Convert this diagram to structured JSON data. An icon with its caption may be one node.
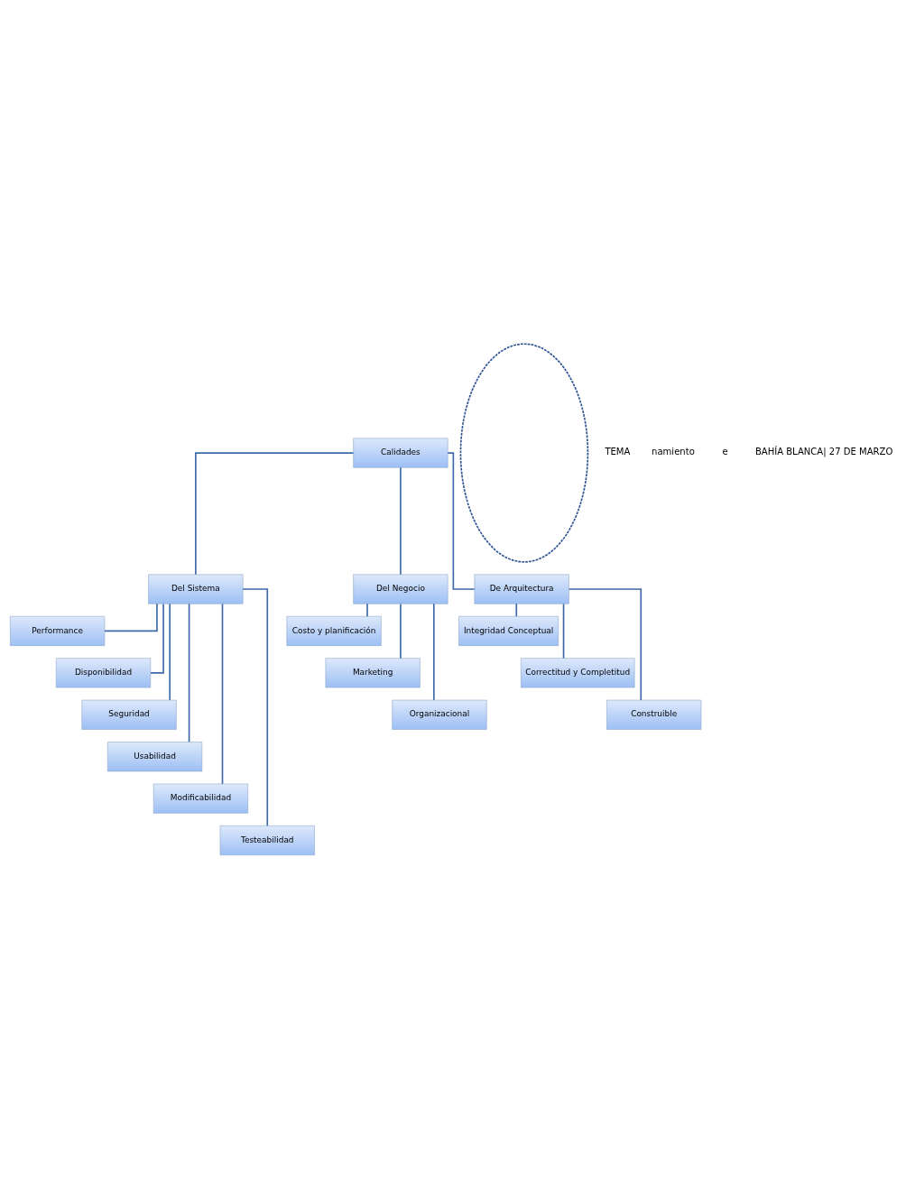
{
  "diagram": {
    "nodes": [
      {
        "text": [
          "Calidades"
        ]
      },
      {
        "text": [
          "Del Sistema"
        ]
      },
      {
        "text": [
          "Del Negocio"
        ]
      },
      {
        "text": [
          "De Arquitectura"
        ]
      },
      {
        "text": [
          "Performance"
        ]
      },
      {
        "text": [
          "Disponibilidad"
        ]
      },
      {
        "text": [
          "Seguridad"
        ]
      },
      {
        "text": [
          "Usabilidad"
        ]
      },
      {
        "text": [
          "Modificabilidad"
        ]
      },
      {
        "text": [
          "Testeabilidad"
        ]
      },
      {
        "text": [
          "Costo y planificación"
        ]
      },
      {
        "text": [
          "Marketing"
        ]
      },
      {
        "text": [
          "Organizacional"
        ]
      },
      {
        "text": [
          "Integridad Conceptual"
        ]
      },
      {
        "text": [
          "Correctitud y Completitud"
        ]
      },
      {
        "text": [
          "Construible"
        ]
      },
      {
        "text": [],
        "shape": "ellipse"
      }
    ],
    "edges": [
      {
        "from": 0,
        "to": 1,
        "arrow": "none"
      },
      {
        "from": 0,
        "to": 2,
        "arrow": "none"
      },
      {
        "from": 0,
        "to": 3,
        "arrow": "none"
      },
      {
        "from": 1,
        "to": 4,
        "arrow": "none"
      },
      {
        "from": 1,
        "to": 5,
        "arrow": "none"
      },
      {
        "from": 1,
        "to": 6,
        "arrow": "none"
      },
      {
        "from": 1,
        "to": 7,
        "arrow": "none"
      },
      {
        "from": 1,
        "to": 8,
        "arrow": "none"
      },
      {
        "from": 1,
        "to": 9,
        "arrow": "none"
      },
      {
        "from": 2,
        "to": 10,
        "arrow": "none"
      },
      {
        "from": 2,
        "to": 11,
        "arrow": "none"
      },
      {
        "from": 2,
        "to": 12,
        "arrow": "none"
      },
      {
        "from": 3,
        "to": 13,
        "arrow": "none"
      },
      {
        "from": 3,
        "to": 14,
        "arrow": "none"
      },
      {
        "from": 3,
        "to": 15,
        "arrow": "none"
      }
    ],
    "labels": [
      "TEMA",
      "namiento",
      "e",
      "BAHÍA BLANCA| 27 DE MARZO"
    ]
  }
}
